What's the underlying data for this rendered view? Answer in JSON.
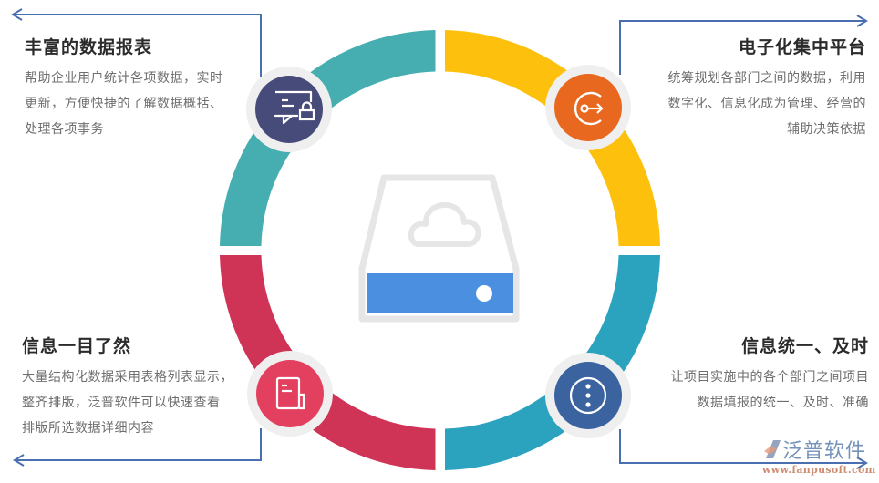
{
  "diagram": {
    "type": "circular-feature-wheel",
    "center_icon": "cloud-storage-drive",
    "ring_segments": [
      {
        "position": "top-left",
        "color": "#46AEB0"
      },
      {
        "position": "top-right",
        "color": "#FDC10D"
      },
      {
        "position": "bottom-right",
        "color": "#2BA3BF"
      },
      {
        "position": "bottom-left",
        "color": "#CF3355"
      }
    ],
    "colors": {
      "connector_line": "#4A6FB0",
      "icon_ring": "#EFEFEF",
      "drive_outline": "#E6E6E6",
      "drive_panel": "#4A8FE0"
    }
  },
  "features": {
    "top_left": {
      "title": "丰富的数据报表",
      "lines": [
        "帮助企业用户统计各项数据，实时",
        "更新，方便快捷的了解数据概括、",
        "处理各项事务"
      ],
      "icon": "chat-lock-icon",
      "icon_color": "#474B7A"
    },
    "top_right": {
      "title": "电子化集中平台",
      "lines": [
        "统筹规划各部门之间的数据，利用",
        "数字化、信息化成为管理、经营的",
        "辅助决策依据"
      ],
      "icon": "exit-arrow-icon",
      "icon_color": "#E8681F"
    },
    "bottom_left": {
      "title": "信息一目了然",
      "lines": [
        "大量结构化数据采用表格列表显示，",
        "整齐排版，泛普软件可以快速查看",
        "排版所选数据详细内容"
      ],
      "icon": "document-icon",
      "icon_color": "#E3405F"
    },
    "bottom_right": {
      "title": "信息统一、及时",
      "lines": [
        "让项目实施中的各个部门之间项目",
        "数据填报的统一、及时、准确"
      ],
      "icon": "more-dots-icon",
      "icon_color": "#3A63A0"
    }
  },
  "watermark": {
    "name": "泛普软件",
    "url": "www.fanpusoft.com"
  }
}
